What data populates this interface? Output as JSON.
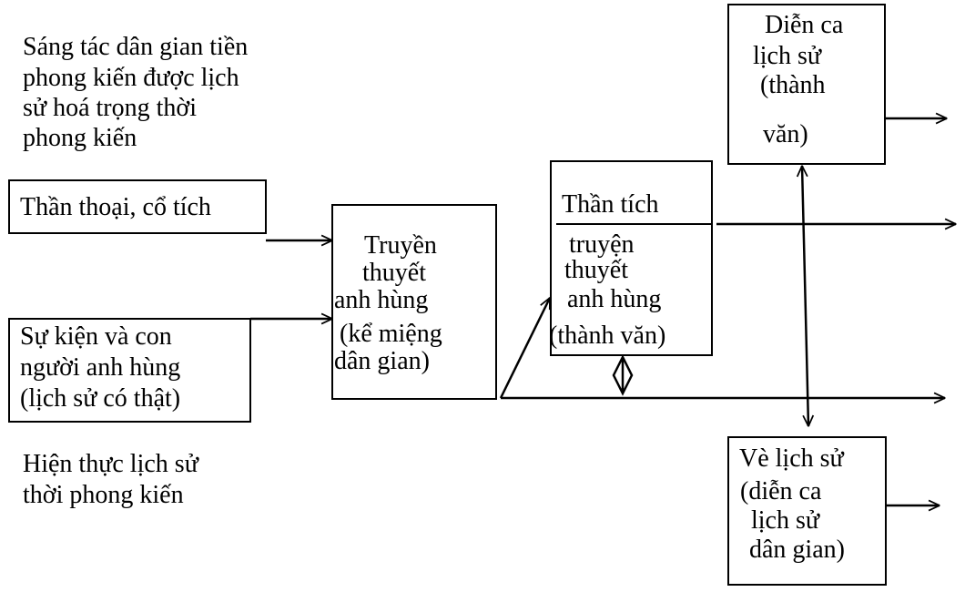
{
  "intro_label": [
    "Sáng tác dân gian tiền",
    "phong kiến được lịch",
    "sử hoá trọng thời",
    "phong kiến"
  ],
  "reality_label": [
    "Hiện thực lịch sử",
    "thời phong kiến"
  ],
  "boxes": {
    "myths": [
      "Thần thoại, cổ tích"
    ],
    "events": [
      "Sự kiện và con",
      "người anh hùng",
      "(lịch sử có thật)"
    ],
    "oral_legend": [
      "Truyền",
      "thuyết",
      "anh hùng",
      "(kể miệng",
      "dân gian)"
    ],
    "written_legend": {
      "header": "Thần tích",
      "lines": [
        "truyện",
        "thuyết",
        "anh hùng",
        "(thành văn)"
      ]
    },
    "historical_epic": [
      "Diễn ca",
      "lịch sử",
      "(thành",
      "văn)"
    ],
    "folk_verse": [
      "Vè lịch sử",
      "(diễn ca",
      "lịch sử",
      "dân gian)"
    ]
  }
}
